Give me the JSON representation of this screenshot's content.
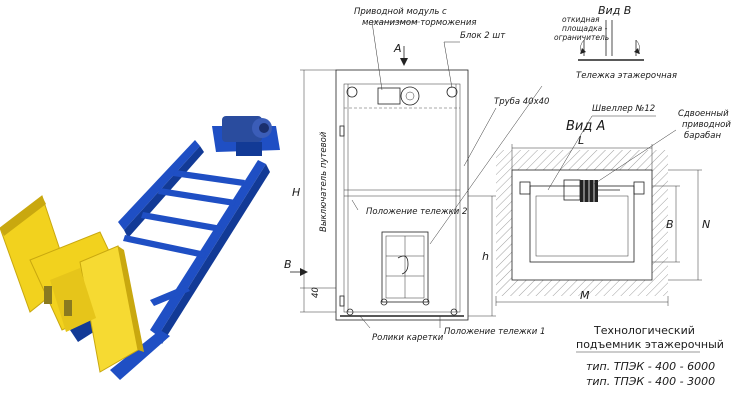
{
  "labels": {
    "drive_module_1": "Приводной модуль с",
    "drive_module_2": "механизмом торможения",
    "block": "Блок 2 шт",
    "view_b": "Вид В",
    "platform_1": "откидная",
    "platform_2": "площадка -",
    "platform_3": "ограничитель",
    "cart_shelf": "Тележка этажерочная",
    "pipe": "Труба 40х40",
    "channel": "Швеллер №12",
    "view_a": "Вид А",
    "drum_1": "Сдвоенный",
    "drum_2": "приводной",
    "drum_3": "барабан",
    "travel_switch": "Выключатель путевой",
    "cart_pos_2": "Положение тележки 2",
    "cart_pos_1": "Положение тележки 1",
    "rollers": "Ролики каретки",
    "arrow_a": "А",
    "arrow_b": "В",
    "dim_h_big": "H",
    "dim_h_small": "h",
    "dim_40": "40",
    "dim_l": "L",
    "dim_b": "B",
    "dim_n": "N",
    "dim_m": "M"
  },
  "title": {
    "line1": "Технологический",
    "line2": "подъемник этажерочный",
    "line3": "тип. ТПЭК - 400 - 6000",
    "line4": "тип. ТПЭК - 400 - 3000"
  },
  "colors": {
    "frame_blue": "#1f4fc4",
    "frame_blue_dark": "#123a96",
    "platform_yellow": "#f2d21e",
    "platform_yellow_dark": "#c9a80f",
    "motor_blue": "#2a4c9e",
    "hatch": "#777777"
  }
}
